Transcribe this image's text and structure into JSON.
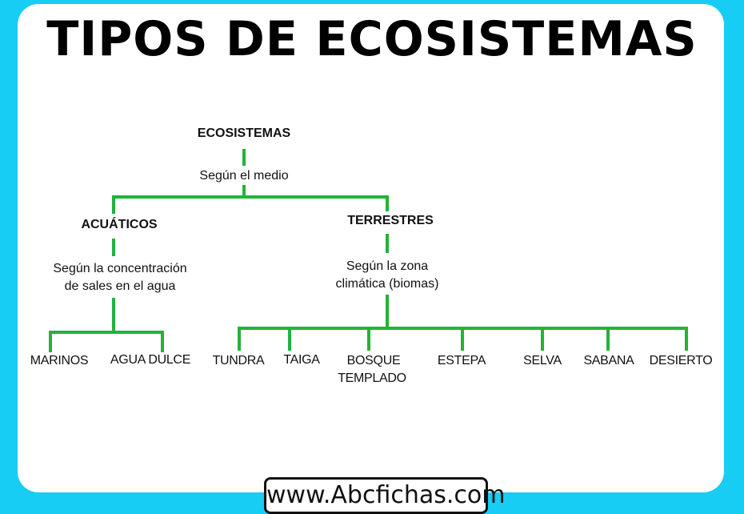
{
  "title": "TIPOS DE ECOSISTEMAS",
  "colors": {
    "background": "#17cdf4",
    "line": "#22b33a"
  },
  "root": {
    "label": "ECOSISTEMAS",
    "criterion": "Según el medio"
  },
  "aquatic": {
    "label": "ACUÁTICOS",
    "criterion_line1": "Según la concentración",
    "criterion_line2": "de sales en el agua",
    "children": [
      "MARINOS",
      "AGUA DULCE"
    ]
  },
  "terrestrial": {
    "label": "TERRESTRES",
    "criterion_line1": "Según la zona",
    "criterion_line2": "climática (biomas)",
    "children": [
      "TUNDRA",
      "TAIGA",
      "BOSQUE",
      "TEMPLADO",
      "ESTEPA",
      "SELVA",
      "SABANA",
      "DESIERTO"
    ]
  },
  "footer": {
    "website": "www.Abcfichas.com"
  }
}
